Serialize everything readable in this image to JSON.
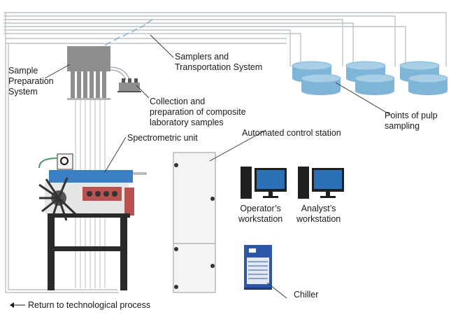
{
  "labels": {
    "sample_prep": [
      "Sample",
      "Preparation",
      "System"
    ],
    "samplers": [
      "Samplers and",
      "Transportation System"
    ],
    "collection": [
      "Collection and",
      "preparation of composite",
      "laboratory samples"
    ],
    "spectrometric": "Spectrometric unit",
    "control_station": "Automated control station",
    "pulp_points": [
      "Points of pulp",
      "sampling"
    ],
    "operator": [
      "Operator’s",
      "workstation"
    ],
    "analyst": [
      "Analyst’s",
      "workstation"
    ],
    "chiller": "Chiller",
    "return": "Return to technological process"
  },
  "colors": {
    "pipe": "#bcc3c9",
    "tank_top": "#a9cfe6",
    "tank_side": "#7eb5d8",
    "accent_blue": "#3a6fb7",
    "gray_unit": "#8e8e8e",
    "frame_dark": "#2a2a2a"
  },
  "icons": [
    "arrow-left-icon",
    "monitor-icon",
    "pc-tower-icon",
    "chiller-icon",
    "tank-icon"
  ]
}
